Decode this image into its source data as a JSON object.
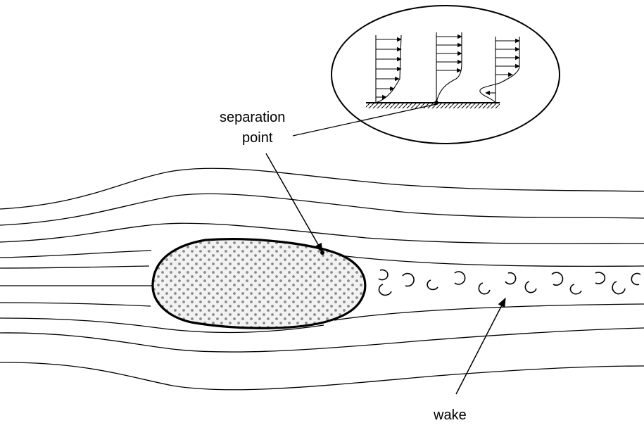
{
  "labels": {
    "separation_line1": "separation",
    "separation_line2": "point",
    "wake": "wake"
  },
  "colors": {
    "ink": "#000000",
    "background": "#ffffff",
    "body_fill": "#f2f2f2",
    "body_pattern": "#8a8a8a"
  }
}
